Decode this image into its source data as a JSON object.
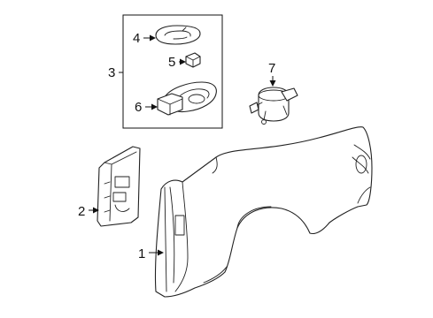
{
  "diagram": {
    "callouts": [
      {
        "id": "1",
        "label": "1"
      },
      {
        "id": "2",
        "label": "2"
      },
      {
        "id": "3",
        "label": "3"
      },
      {
        "id": "4",
        "label": "4"
      },
      {
        "id": "5",
        "label": "5"
      },
      {
        "id": "6",
        "label": "6"
      },
      {
        "id": "7",
        "label": "7"
      }
    ],
    "colors": {
      "line": "#222222",
      "background": "#ffffff"
    }
  }
}
